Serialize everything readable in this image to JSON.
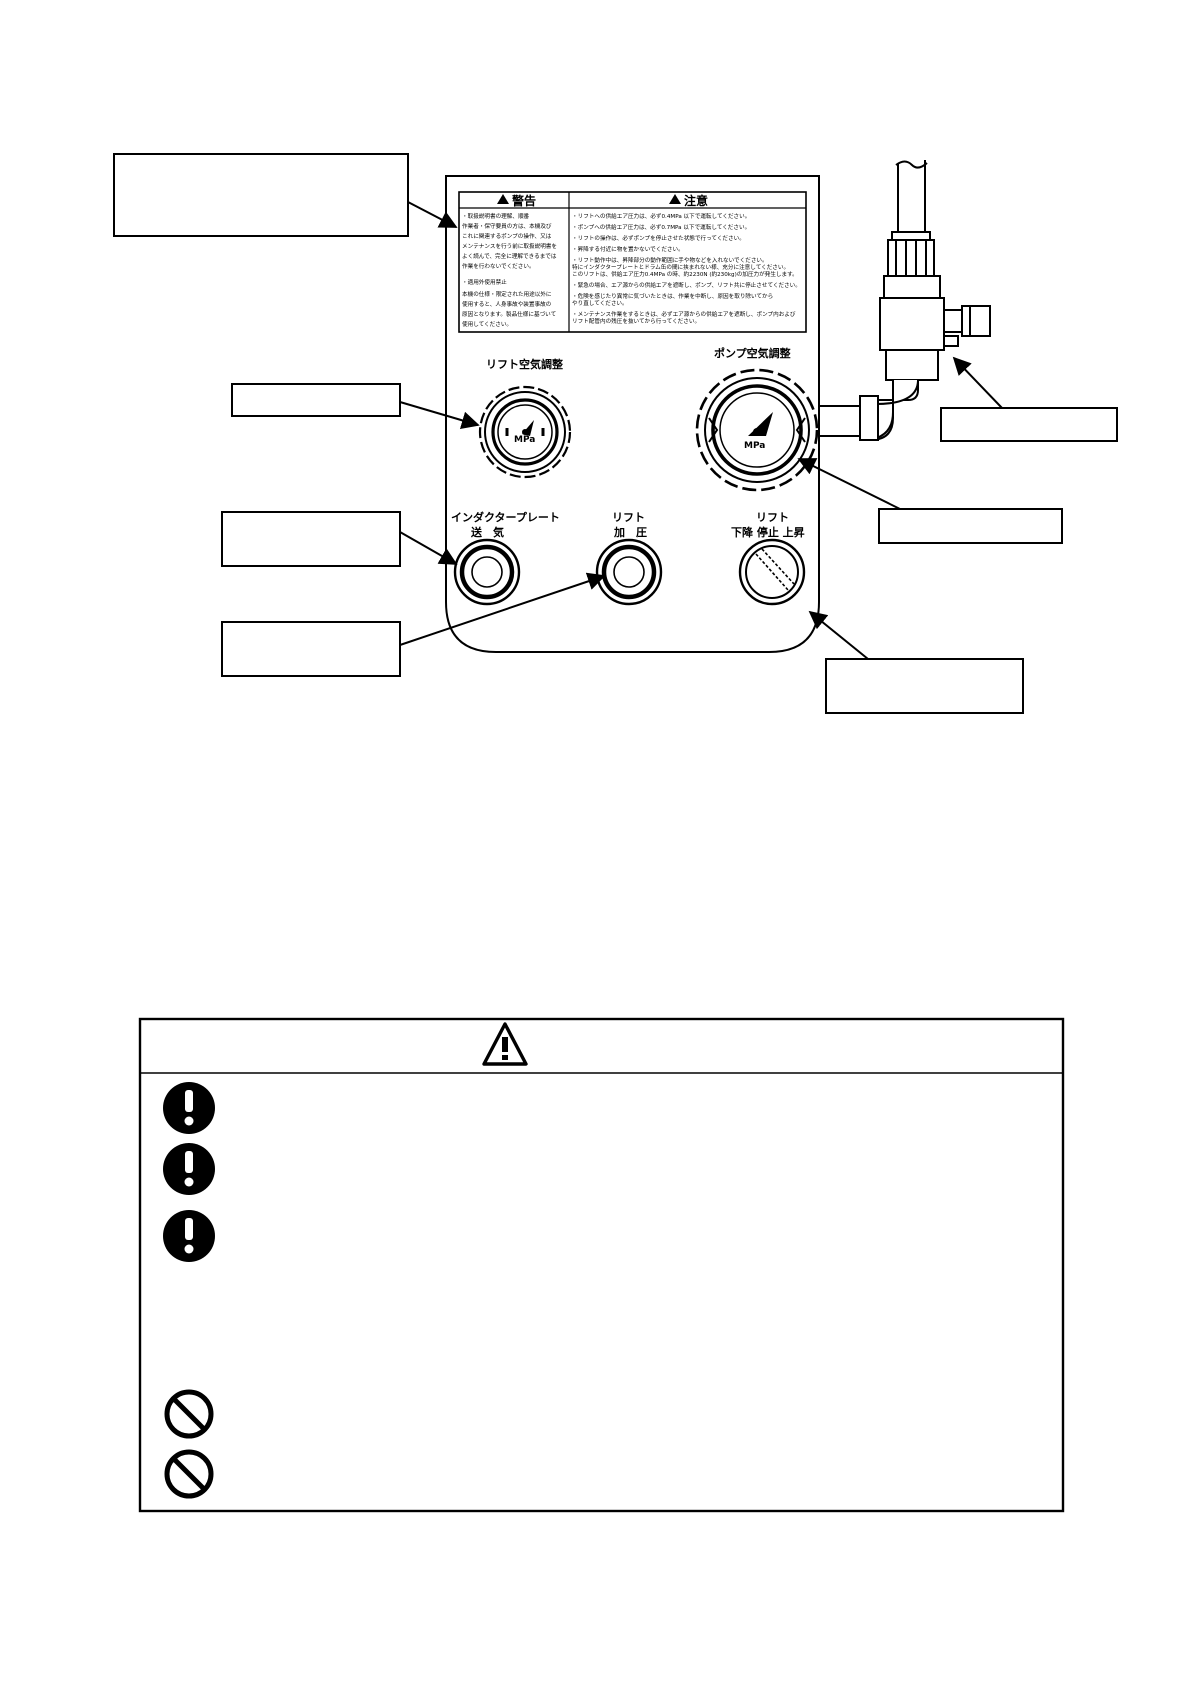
{
  "panel": {
    "warning_header": "警告",
    "caution_header": "注意",
    "warning_lines": [
      "・取扱説明書の理解、順番",
      "作業者・保守要員の方は、本機及び",
      "これに関連するポンプの操作、又は",
      "メンテナンスを行う前に取扱説明書を",
      "よく読んで、完全に理解できるまでは",
      "作業を行わないでください。",
      "",
      "・適用外使用禁止",
      "本機の仕様・限定された用途以外に",
      "使用すると、人身事故や装置事故の",
      "原因となります。製品仕様に基づいて",
      "使用してください。"
    ],
    "caution_lines": [
      "・リフトへの供給エア圧力は、必ず0.4MPa 以下で運転してください。",
      "・ポンプへの供給エア圧力は、必ず0.7MPa 以下で運転してください。",
      "・リフトの操作は、必ずポンプを停止させた状態で行ってください。",
      "・昇降する付近に物を置かないでください。",
      "・リフト動作中は、昇降部分の動作範囲に手や物などを入れないでください。",
      "特にインダクタープレートとドラム缶の間に挟まれない様、充分に注意してください。",
      "このリフトは、供給エア圧力0.4MPa の時、約2230N (約230kg)の加圧力が発生します。",
      "・緊急の場合、エア源からの供給エアを遮断し、ポンプ、リフト共に停止させてください。",
      "・危険を感じたり異常に気づいたときは、作業を中断し、原因を取り除いてから",
      "やり直してください。",
      "・メンテナンス作業をするときは、必ずエア源からの供給エアを遮断し、ポンプ内および",
      "リフト配管内の残圧を抜いてから行ってください。"
    ],
    "lift_air_label": "リフト空気調整",
    "pump_air_label": "ポンプ空気調整",
    "gauge_unit": "MPa",
    "inductor_label_top": "インダクタープレート",
    "inductor_label_bottom": "送　気",
    "lift_press_label_top": "リフト",
    "lift_press_label_bottom": "加　圧",
    "lift_switch_label_top": "リフト",
    "lift_switch_label_bottom": "下降 停止 上昇"
  },
  "colors": {
    "line": "#000000",
    "background": "#ffffff",
    "icon_fill": "#000000"
  },
  "icons": {
    "box_header": "warning-triangle-icon",
    "mandatory": "exclamation-circle-icon",
    "prohibited": "prohibition-icon"
  },
  "warning_box": {
    "mandatory_count": 3,
    "prohibited_count": 2
  }
}
